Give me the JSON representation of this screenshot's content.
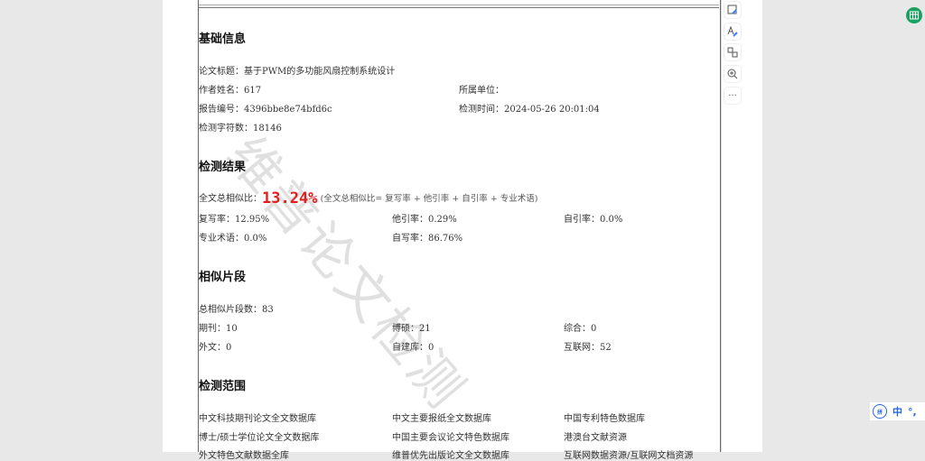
{
  "toolbar": {
    "items": [
      {
        "name": "image-edit-icon",
        "glyph": "🖼"
      },
      {
        "name": "text-edit-icon",
        "glyph": "A"
      },
      {
        "name": "convert-icon",
        "glyph": "⇄"
      },
      {
        "name": "zoom-in-icon",
        "glyph": "⊕"
      },
      {
        "name": "more-icon",
        "glyph": "···"
      }
    ]
  },
  "watermark": "维普论文检测",
  "basic": {
    "heading": "基础信息",
    "title_label": "论文标题：",
    "title_value": "基于PWM的多功能风扇控制系统设计",
    "author_label": "作者姓名：",
    "author_value": "617",
    "unit_label": "所属单位：",
    "unit_value": "",
    "report_label": "报告编号：",
    "report_value": "4396bbe8e74bfd6c",
    "time_label": "检测时间：",
    "time_value": "2024-05-26 20:01:04",
    "chars_label": "检测字符数：",
    "chars_value": "18146"
  },
  "results": {
    "heading": "检测结果",
    "total_label": "全文总相似比：",
    "total_value": "13.24%",
    "formula": "(全文总相似比= 复写率 + 他引率 + 自引率 + 专业术语)",
    "copy_label": "复写率：",
    "copy_value": "12.95%",
    "other_cite_label": "他引率：",
    "other_cite_value": "0.29%",
    "self_cite_label": "自引率：",
    "self_cite_value": "0.0%",
    "term_label": "专业术语：",
    "term_value": "0.0%",
    "self_write_label": "自写率：",
    "self_write_value": "86.76%"
  },
  "fragments": {
    "heading": "相似片段",
    "total_label": "总相似片段数：",
    "total_value": "83",
    "journal_label": "期刊：",
    "journal_value": "10",
    "thesis_label": "博硕：",
    "thesis_value": "21",
    "general_label": "综合：",
    "general_value": "0",
    "foreign_label": "外文：",
    "foreign_value": "0",
    "selfdb_label": "自建库：",
    "selfdb_value": "0",
    "internet_label": "互联网：",
    "internet_value": "52"
  },
  "scope": {
    "heading": "检测范围",
    "rows": [
      [
        "中文科技期刊论文全文数据库",
        "中文主要报纸全文数据库",
        "中国专利特色数据库"
      ],
      [
        "博士/硕士学位论文全文数据库",
        "中国主要会议论文特色数据库",
        "港澳台文献资源"
      ],
      [
        "外文特色文献数据全库",
        "维普优先出版论文全文数据库",
        "互联网数据资源/互联网文档资源"
      ]
    ]
  },
  "ime": {
    "lang": "中",
    "badge": "拼"
  }
}
